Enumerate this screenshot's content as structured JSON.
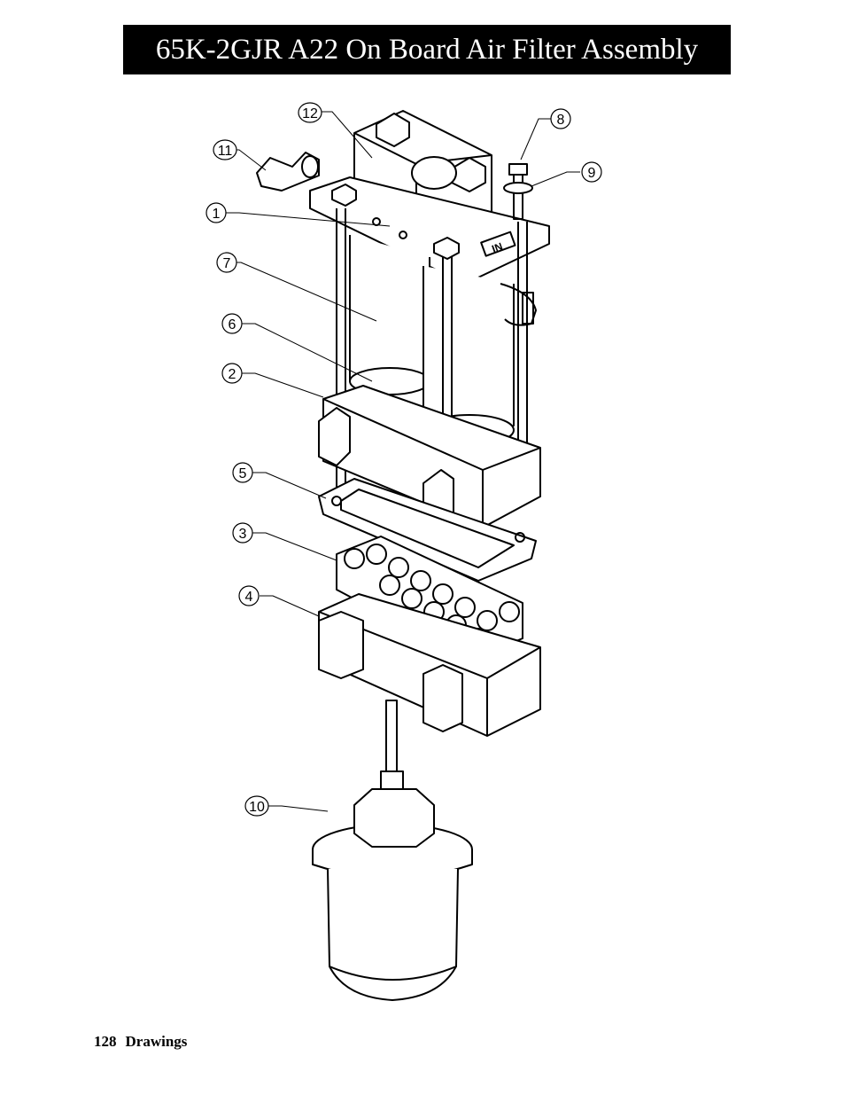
{
  "header": {
    "title": "65K-2GJR A22 On Board Air Filter Assembly"
  },
  "diagram": {
    "callouts": [
      {
        "id": "c12",
        "label": "12"
      },
      {
        "id": "c8",
        "label": "8"
      },
      {
        "id": "c11",
        "label": "11"
      },
      {
        "id": "c9",
        "label": "9"
      },
      {
        "id": "c1",
        "label": "1"
      },
      {
        "id": "c7",
        "label": "7"
      },
      {
        "id": "c6",
        "label": "6"
      },
      {
        "id": "c2",
        "label": "2"
      },
      {
        "id": "c5",
        "label": "5"
      },
      {
        "id": "c3",
        "label": "3"
      },
      {
        "id": "c4",
        "label": "4"
      },
      {
        "id": "c10",
        "label": "10"
      }
    ],
    "in_marking": "IN"
  },
  "footer": {
    "page_number": "128",
    "section": "Drawings"
  }
}
